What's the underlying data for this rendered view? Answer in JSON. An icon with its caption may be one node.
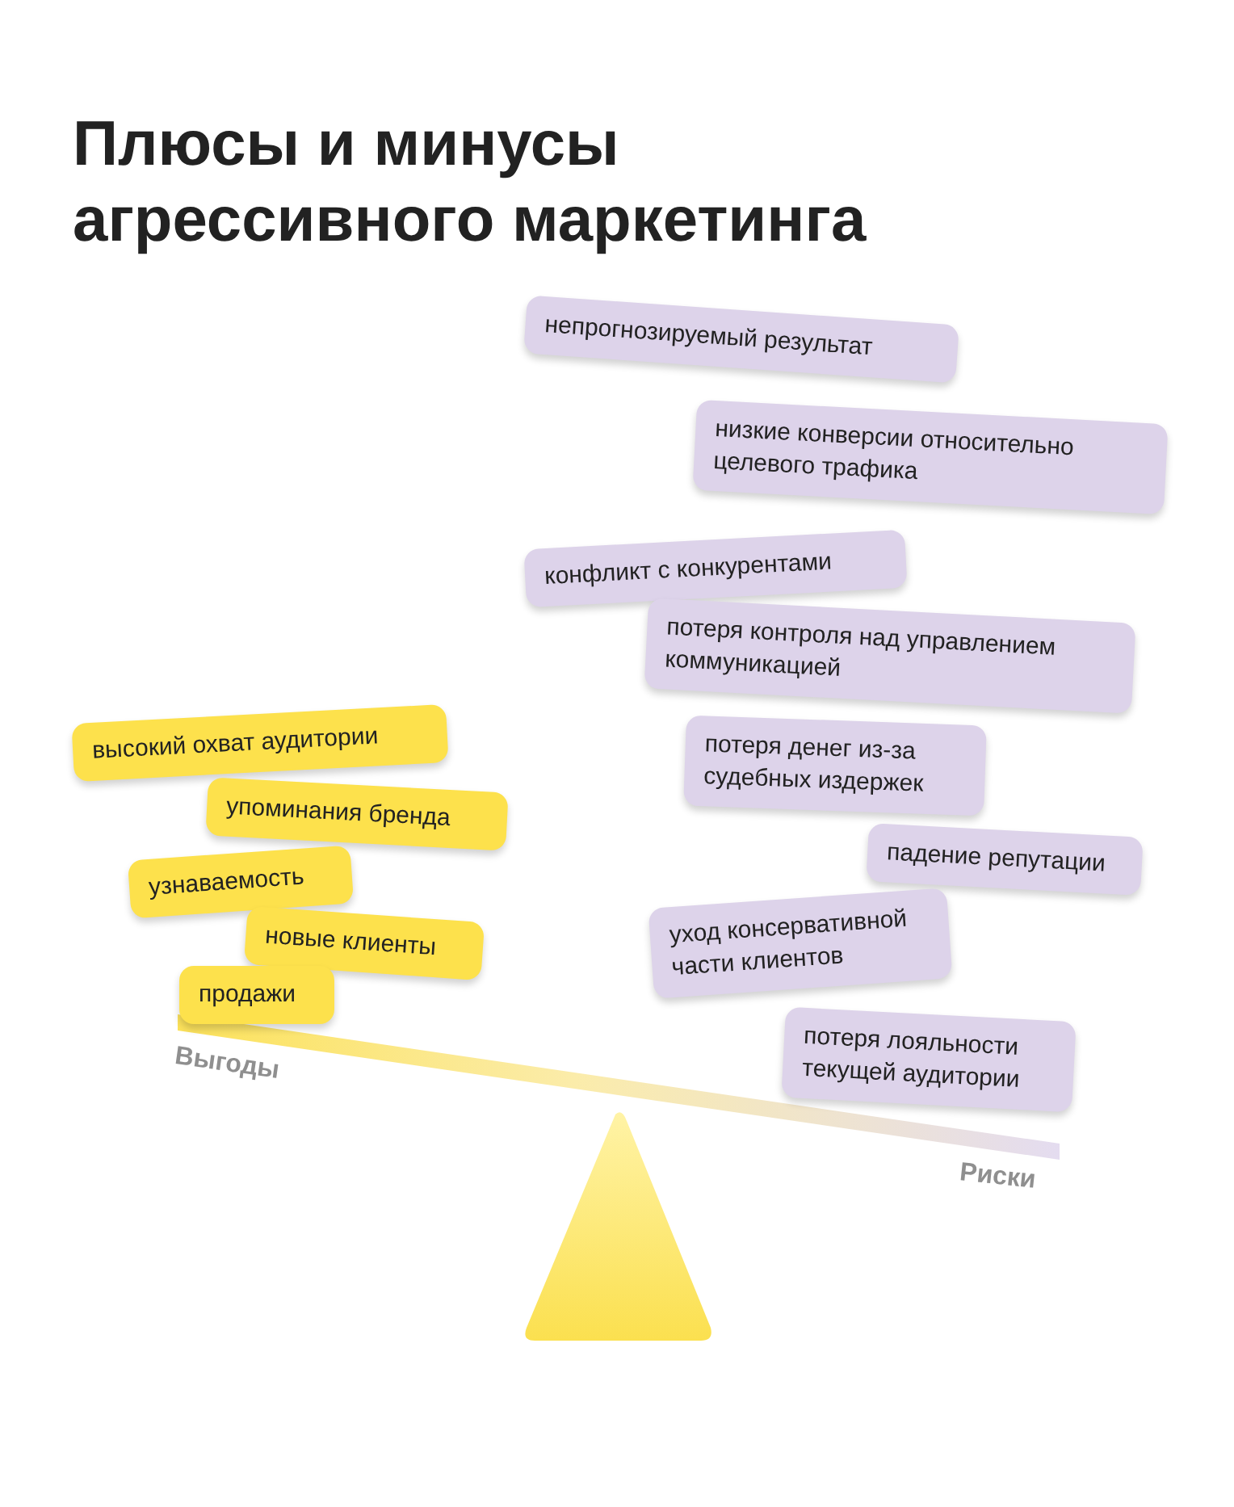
{
  "diagram": {
    "title": "Плюсы и минусы агрессивного маркетинга",
    "nodes": [
      {
        "text": [
          "высокий охват аудитории"
        ]
      },
      {
        "text": [
          "упоминания бренда"
        ]
      },
      {
        "text": [
          "узнаваемость"
        ]
      },
      {
        "text": [
          "новые клиенты"
        ]
      },
      {
        "text": [
          "продажи"
        ]
      },
      {
        "text": [
          "непрогнозируемый результат"
        ]
      },
      {
        "text": [
          "низкие конверсии относительно целевого трафика"
        ]
      },
      {
        "text": [
          "конфликт с конкурентами"
        ]
      },
      {
        "text": [
          "потеря контроля над управлением коммуникацией"
        ]
      },
      {
        "text": [
          "потеря денег из-за судебных издержек"
        ]
      },
      {
        "text": [
          "падение репутации"
        ]
      },
      {
        "text": [
          "уход консервативной части клиентов"
        ]
      },
      {
        "text": [
          "потеря лояльности текущей аудитории"
        ]
      }
    ],
    "labels": [
      "Выгоды",
      "Риски"
    ]
  }
}
